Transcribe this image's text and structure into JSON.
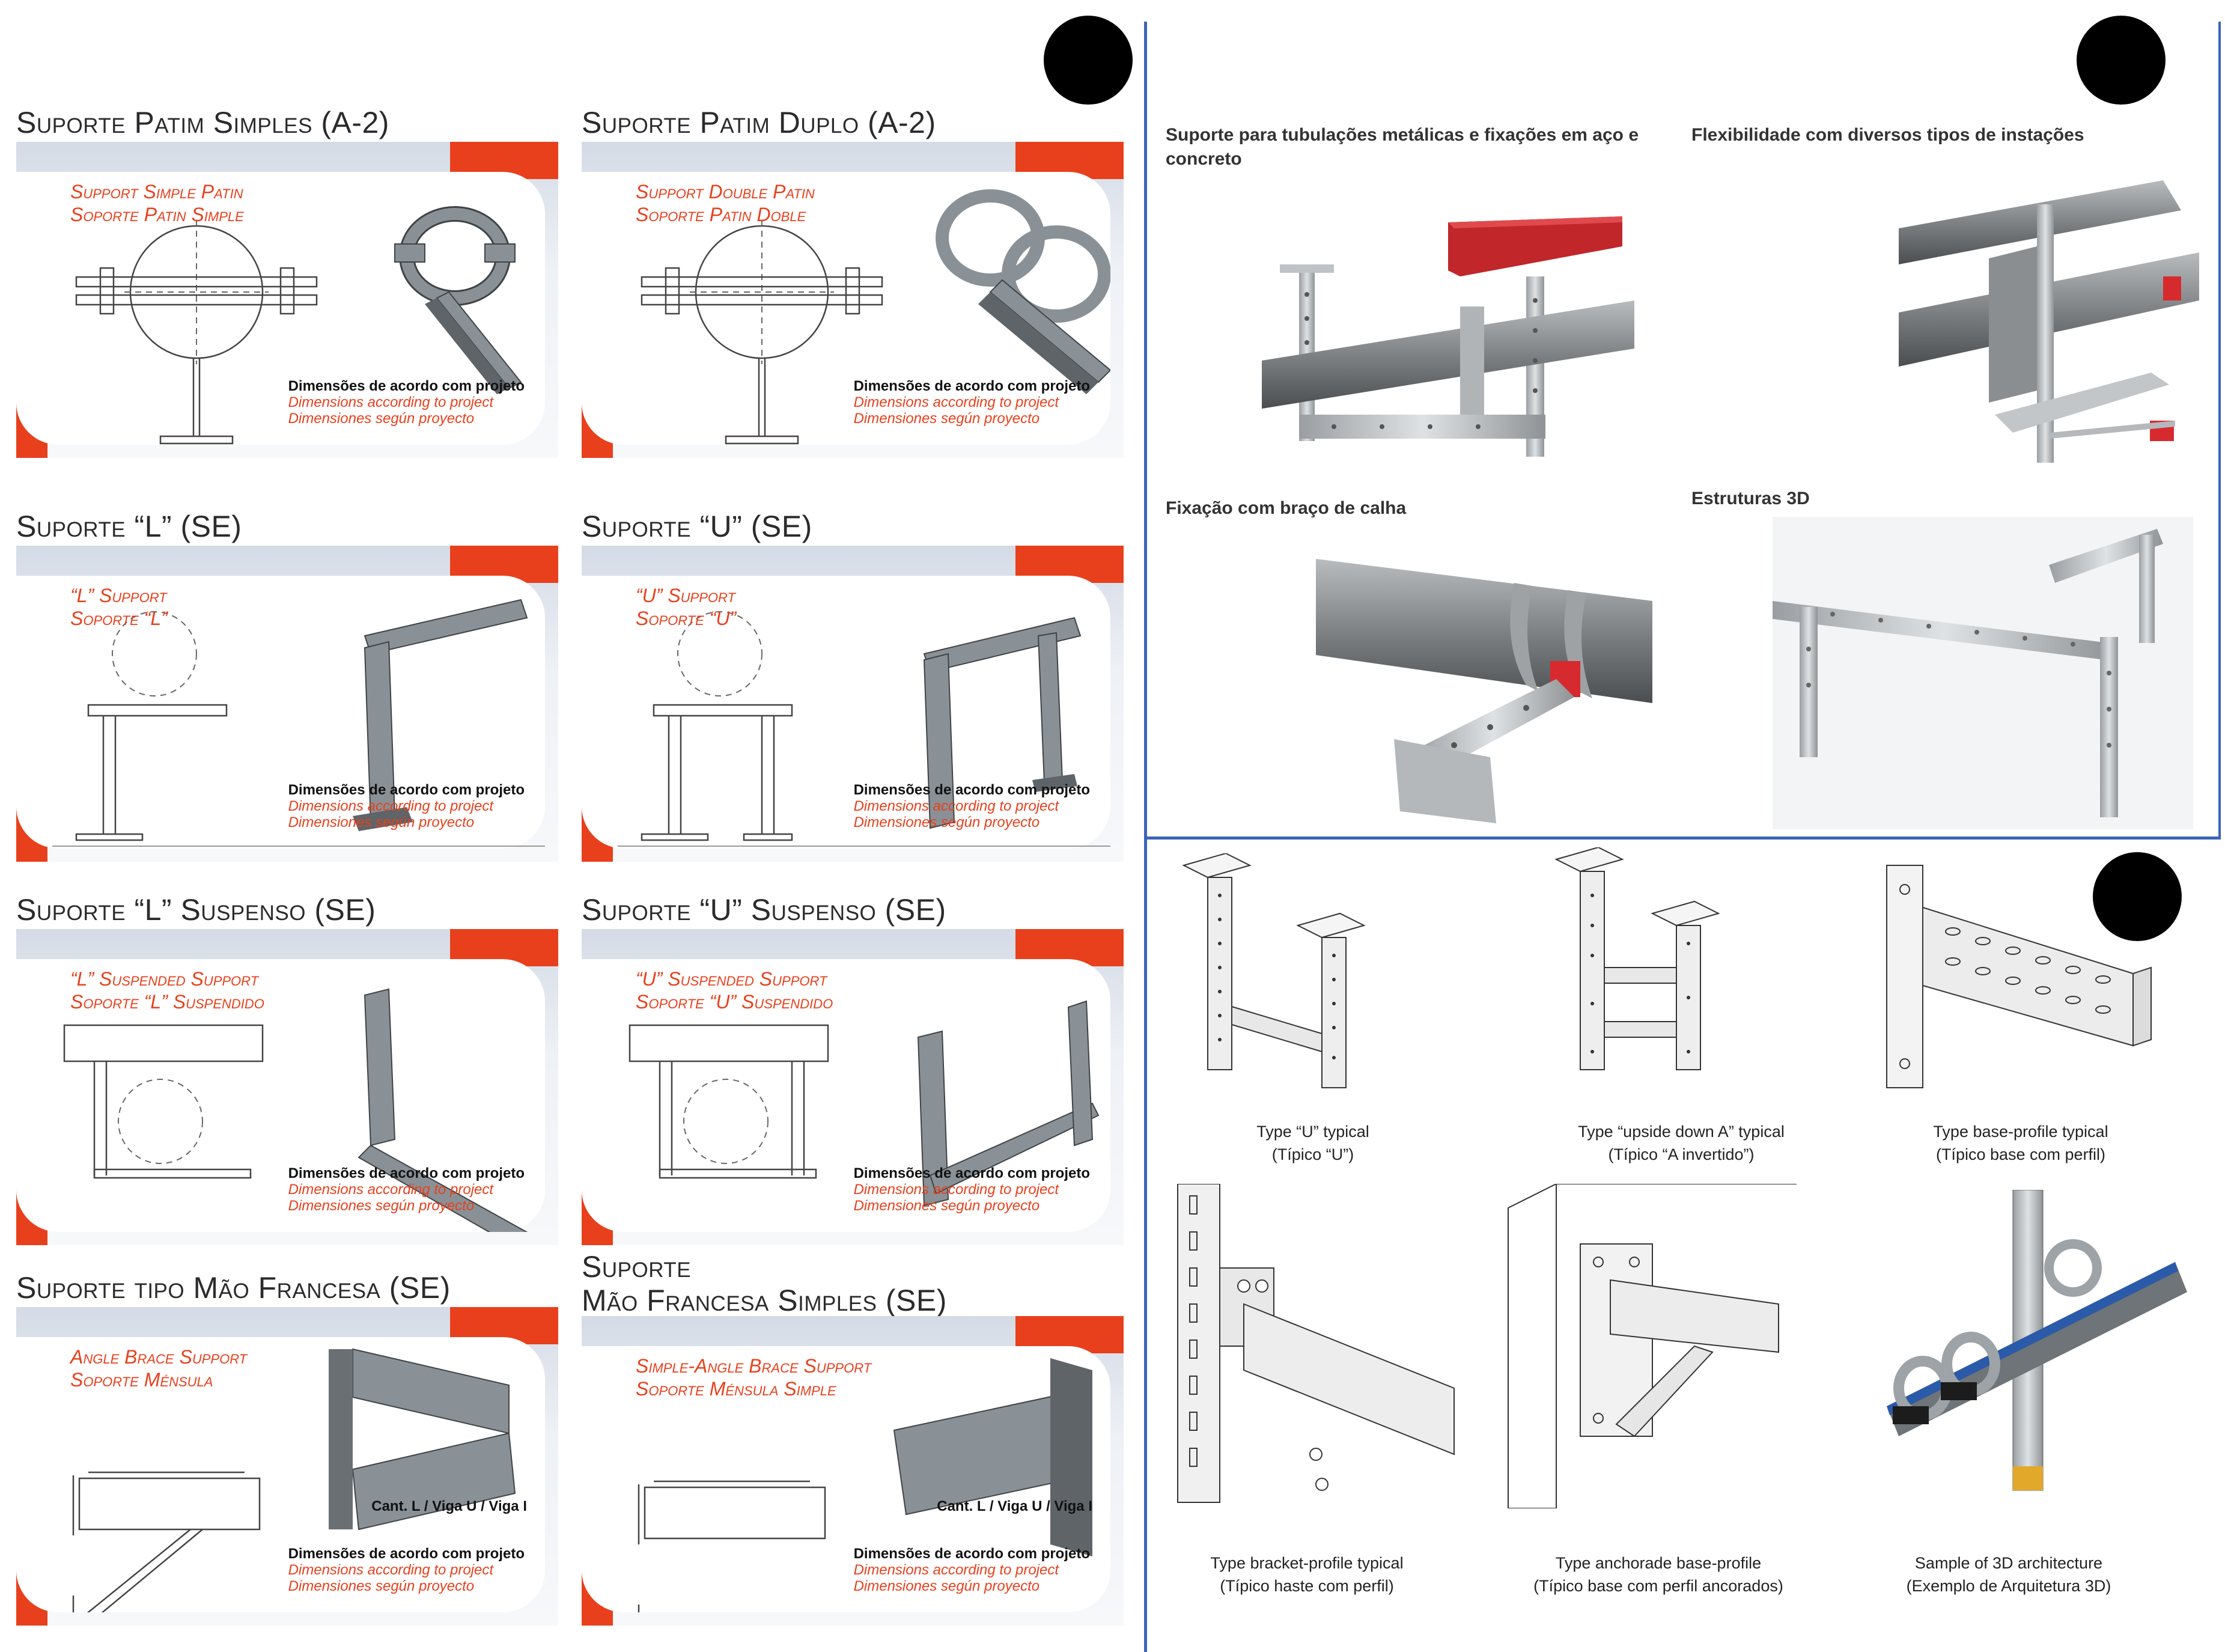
{
  "cards": [
    {
      "title": "Suporte Patim Simples  (A-2)",
      "title2": "",
      "sub1": "Support Simple Patin",
      "sub2": "Soporte Patin Simple",
      "d1": "Dimensões de acordo com projeto",
      "d2": "Dimensions according to project",
      "d3": "Dimensiones según proyecto",
      "cant": ""
    },
    {
      "title": "Suporte Patim Duplo  (A-2)",
      "title2": "",
      "sub1": "Support Double Patin",
      "sub2": "Soporte Patin Doble",
      "d1": "Dimensões de acordo com projeto",
      "d2": "Dimensions according to project",
      "d3": "Dimensiones según proyecto",
      "cant": ""
    },
    {
      "title": "Suporte “L”  (SE)",
      "title2": "",
      "sub1": "“L”  Support",
      "sub2": "Soporte “L”",
      "d1": "Dimensões de acordo com projeto",
      "d2": "Dimensions according to project",
      "d3": "Dimensiones según proyecto",
      "cant": ""
    },
    {
      "title": "Suporte “U”  (SE)",
      "title2": "",
      "sub1": "“U” Support",
      "sub2": "Soporte “U”",
      "d1": "Dimensões de acordo com projeto",
      "d2": "Dimensions according to project",
      "d3": "Dimensiones según proyecto",
      "cant": ""
    },
    {
      "title": "Suporte “L” Suspenso  (SE)",
      "title2": "",
      "sub1": "“L” Suspended Support",
      "sub2": "Soporte “L” Suspendido",
      "d1": "Dimensões de acordo com projeto",
      "d2": "Dimensions according to project",
      "d3": "Dimensiones según proyecto",
      "cant": ""
    },
    {
      "title": "Suporte “U” Suspenso  (SE)",
      "title2": "",
      "sub1": "“U” Suspended Support",
      "sub2": "Soporte “U” Suspendido",
      "d1": "Dimensões de acordo com projeto",
      "d2": "Dimensions according to project",
      "d3": "Dimensiones según proyecto",
      "cant": ""
    },
    {
      "title": "Suporte tipo Mão Francesa (SE)",
      "title2": "",
      "sub1": "Angle Brace Support",
      "sub2": "Soporte Ménsula",
      "d1": "Dimensões de acordo com projeto",
      "d2": "Dimensions according to project",
      "d3": "Dimensiones según proyecto",
      "cant": "Cant. L / Viga U / Viga I"
    },
    {
      "title": "Suporte",
      "title2": "Mão Francesa Simples (SE)",
      "sub1": "Simple-Angle Brace Support",
      "sub2": "Soporte Ménsula Simple",
      "d1": "Dimensões de acordo com projeto",
      "d2": "Dimensions according to project",
      "d3": "Dimensiones según proyecto",
      "cant": "Cant. L / Viga U / Viga I"
    }
  ],
  "right_top": {
    "cap1": "Suporte para tubulações metálicas e fixações em aço e concreto",
    "cap2": "Flexibilidade com diversos tipos de instações",
    "cap3": "Fixação com braço de calha",
    "cap4": "Estruturas 3D"
  },
  "right_bottom": [
    {
      "l1": "Type “U” typical",
      "l2": "(Típico “U”)"
    },
    {
      "l1": "Type “upside down A” typical",
      "l2": "(Típico “A invertido”)"
    },
    {
      "l1": "Type base-profile typical",
      "l2": "(Típico base com perfil)"
    },
    {
      "l1": "Type bracket-profile typical",
      "l2": "(Típico haste com perfil)"
    },
    {
      "l1": "Type anchorade base-profile",
      "l2": "(Típico base com perfil ancorados)"
    },
    {
      "l1": "Sample of 3D architecture",
      "l2": "(Exemplo de Arquitetura 3D)"
    }
  ],
  "colors": {
    "accent_red": "#e8401c",
    "divider_blue": "#3a64b8",
    "steel": "#8a9196",
    "galvanized": "#c8ccd0"
  }
}
